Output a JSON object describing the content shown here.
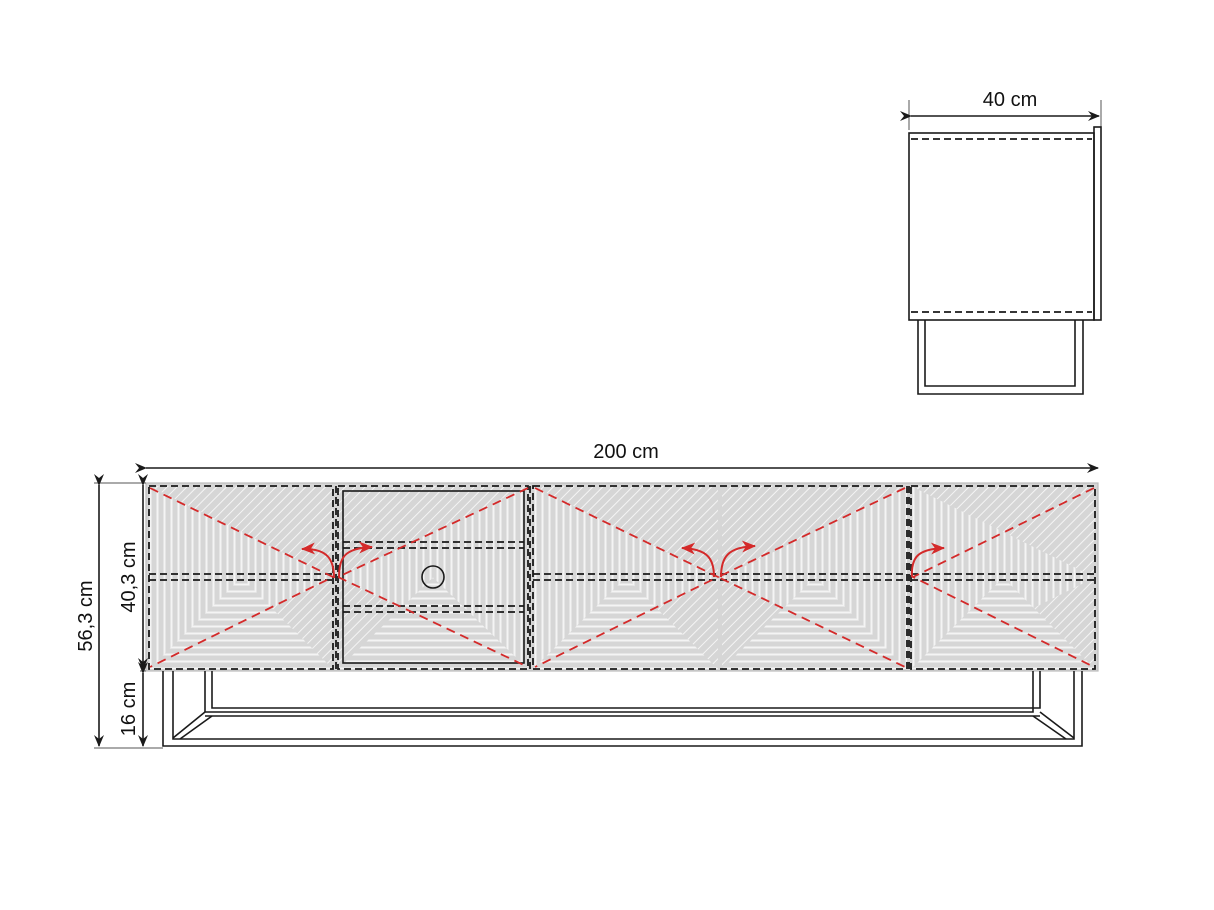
{
  "drawing": {
    "title": "TV stand technical dimensions",
    "subject": "Low sideboard / TV cabinet with patterned fronts and metal frame base"
  },
  "dimensions": {
    "width": {
      "label": "200 cm",
      "value": 200,
      "unit": "cm"
    },
    "depth": {
      "label": "40 cm",
      "value": 40,
      "unit": "cm"
    },
    "total_height": {
      "label": "56,3 cm",
      "value": 56.3,
      "unit": "cm"
    },
    "body_height": {
      "label": "40,3 cm",
      "value": 40.3,
      "unit": "cm"
    },
    "leg_height": {
      "label": "16 cm",
      "value": 16,
      "unit": "cm"
    }
  },
  "front_view": {
    "compartments": [
      {
        "type": "door",
        "opening": "left",
        "pattern": "chevron"
      },
      {
        "type": "drawer",
        "has_knob": true,
        "pattern": "chevron"
      },
      {
        "type": "door",
        "opening": "left",
        "pattern": "chevron"
      },
      {
        "type": "door",
        "opening": "right",
        "pattern": "chevron"
      },
      {
        "type": "door",
        "opening": "right",
        "pattern": "chevron"
      }
    ],
    "shelf_line": true
  },
  "colors": {
    "line": "#1a1a1a",
    "panel_fill": "#d6d6d6",
    "pattern_line": "#f4f4f4",
    "opening_indicator": "#d42a2a",
    "background": "#ffffff"
  }
}
